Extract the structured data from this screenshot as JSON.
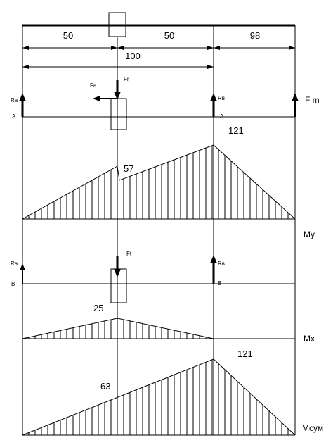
{
  "dimensions": {
    "segment_left": "50",
    "segment_mid": "50",
    "segment_right": "98",
    "span_total": "100"
  },
  "plane_y": {
    "support_letter": "A",
    "ra_label": "Ra",
    "rb_label": "Rв",
    "fa_label": "Fa",
    "fr_label": "Fr",
    "fm_label": "F m",
    "moment_at_support": "121",
    "moment_at_gear": "57",
    "diagram_label": "My"
  },
  "plane_x": {
    "support_letter": "B",
    "ra_label": "Ra",
    "rb_label": "Rв",
    "ft_label": "Ft",
    "moment_at_gear": "25",
    "diagram_label": "Mx"
  },
  "total": {
    "moment_at_support": "121",
    "moment_at_gear": "63",
    "diagram_label": "Mсум"
  },
  "colors": {
    "line": "#000000",
    "background": "#ffffff"
  }
}
